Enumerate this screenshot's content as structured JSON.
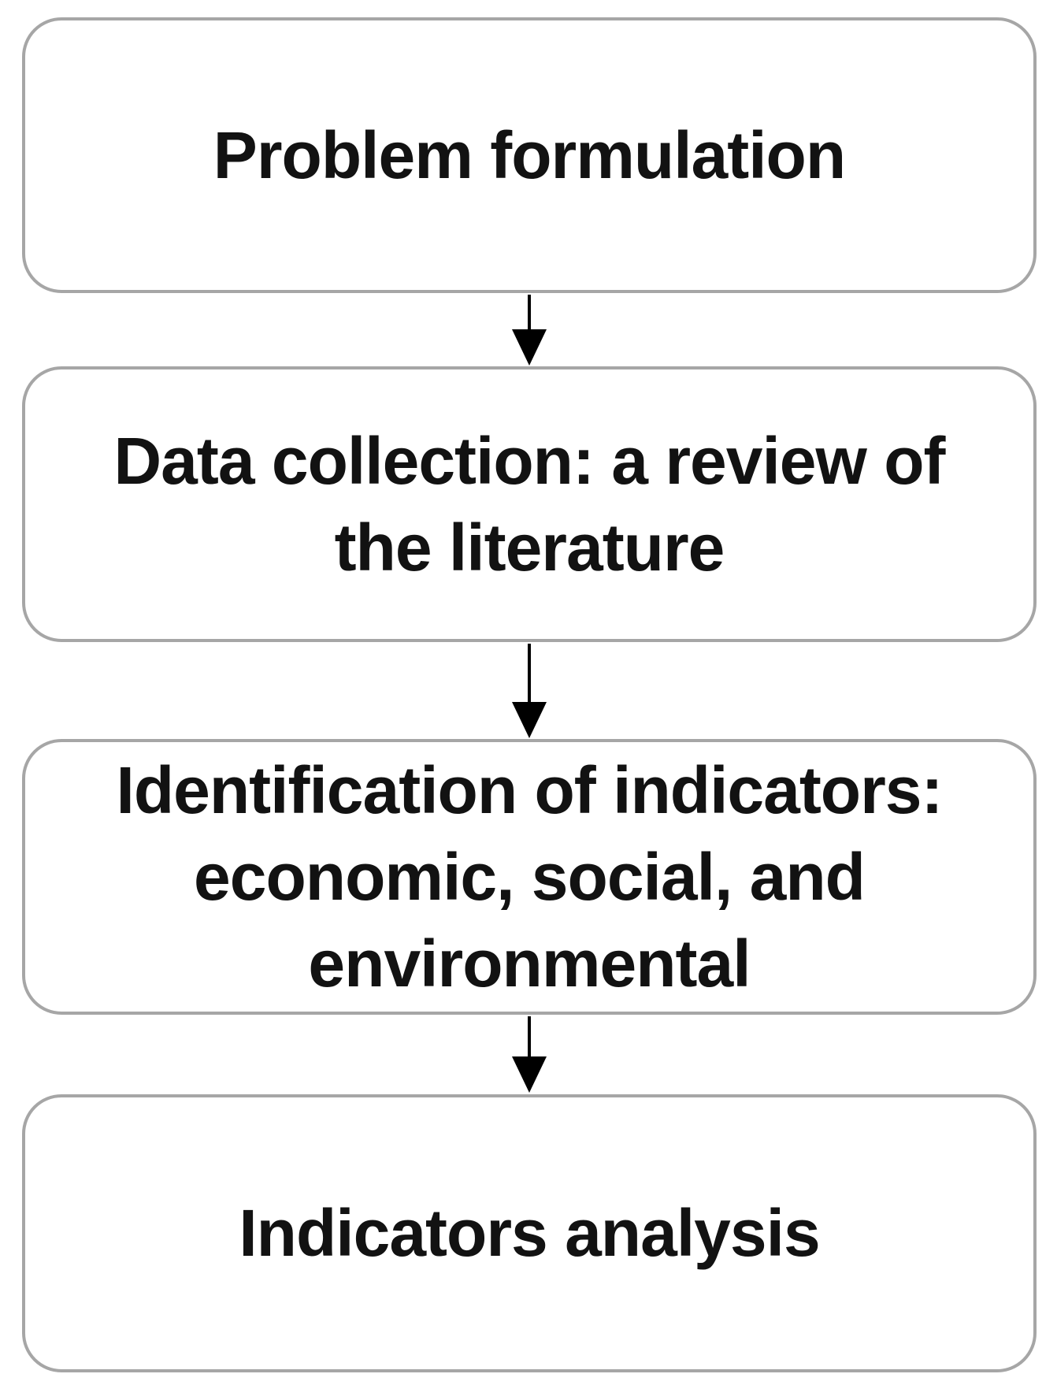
{
  "diagram": {
    "type": "flowchart",
    "direction": "top-to-bottom",
    "colors": {
      "background": "#ffffff",
      "box_fill": "#ffffff",
      "box_border": "#a6a6a6",
      "text": "#121212",
      "arrow": "#000000"
    },
    "boxes": [
      {
        "name": "problem-formulation",
        "lines": [
          "Problem formulation"
        ]
      },
      {
        "name": "data-collection",
        "lines": [
          "Data collection: a review of",
          "the literature"
        ]
      },
      {
        "name": "identification-of-indicators",
        "lines": [
          "Identification of indicators:",
          "economic, social, and",
          "environmental"
        ]
      },
      {
        "name": "indicators-analysis",
        "lines": [
          "Indicators analysis"
        ]
      }
    ],
    "arrows": [
      {
        "name": "arrow-1",
        "from": "problem-formulation",
        "to": "data-collection",
        "direction": "down"
      },
      {
        "name": "arrow-2",
        "from": "data-collection",
        "to": "identification-of-indicators",
        "direction": "down"
      },
      {
        "name": "arrow-3",
        "from": "identification-of-indicators",
        "to": "indicators-analysis",
        "direction": "down"
      }
    ]
  }
}
